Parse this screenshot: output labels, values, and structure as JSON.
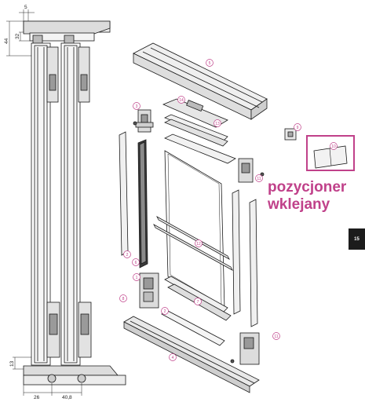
{
  "colors": {
    "accent": "#c0418a",
    "line": "#1a1a1a",
    "page_tab": "#1c1c1c"
  },
  "accent_label": {
    "line1": "pozycjoner",
    "line2": "wklejany"
  },
  "page_number": "15",
  "dimensions": {
    "top_gap": "5",
    "top_height": "32",
    "overall_height": "44",
    "bottom_height": "13",
    "bottom_width": "26",
    "bottom_offset": "40,8"
  },
  "callouts": [
    "1",
    "2",
    "3",
    "4",
    "5",
    "6",
    "7",
    "8",
    "9",
    "10",
    "11",
    "12",
    "13",
    "14"
  ]
}
